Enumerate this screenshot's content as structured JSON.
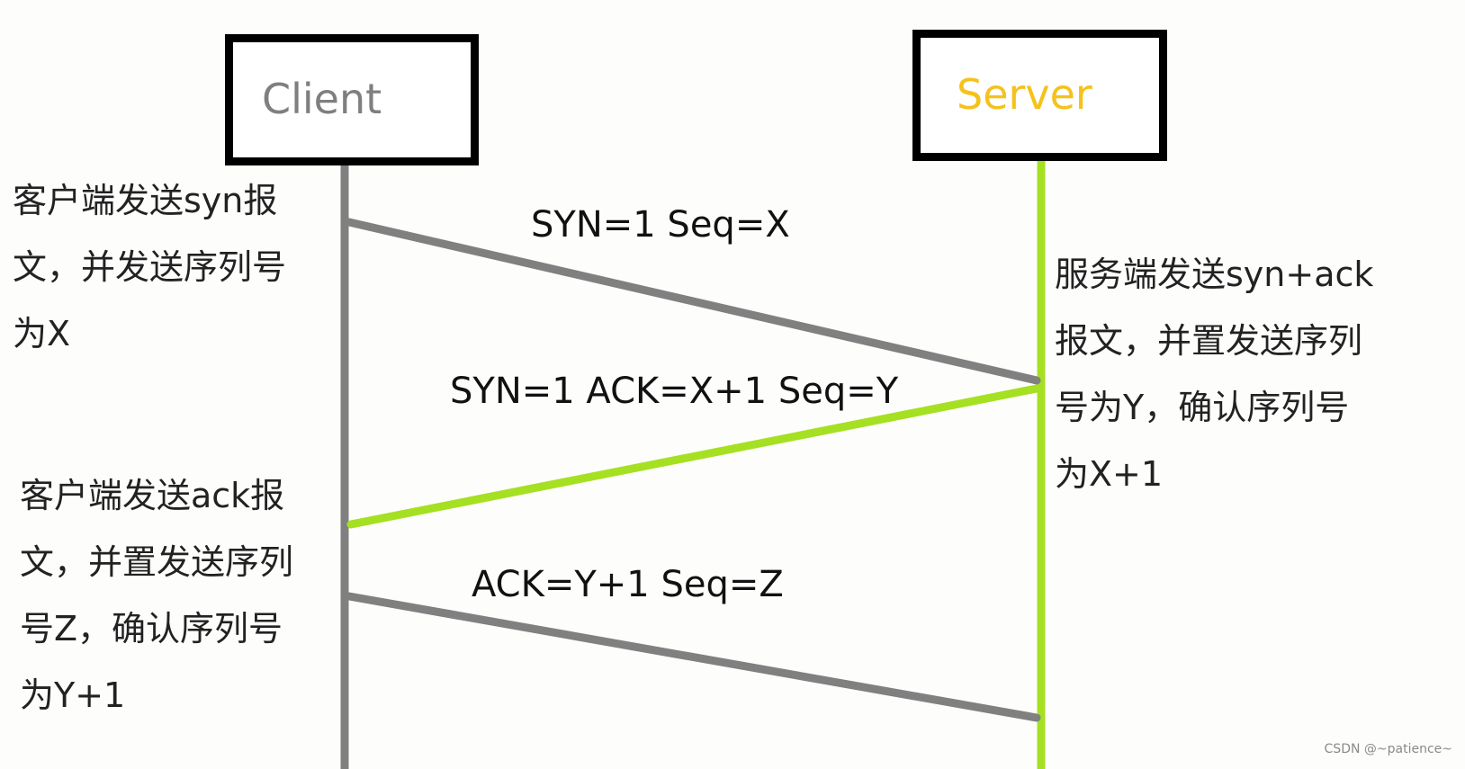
{
  "participants": {
    "client": "Client",
    "server": "Server"
  },
  "messages": [
    {
      "label": "SYN=1  Seq=X"
    },
    {
      "label": "SYN=1 ACK=X+1 Seq=Y"
    },
    {
      "label": "ACK=Y+1 Seq=Z"
    }
  ],
  "notes": {
    "client_1": [
      "客户端发送syn报",
      "文，并发送序列号",
      "为X"
    ],
    "server": [
      "服务端发送syn+ack",
      "报文，并置发送序列",
      "号为Y，确认序列号",
      "为X+1"
    ],
    "client_2": [
      "客户端发送ack报",
      "文，并置发送序列",
      "号Z，确认序列号",
      "为Y+1"
    ]
  },
  "colors": {
    "client_line": "#808080",
    "server_line": "#a6e022",
    "client_label": "#7f7f7f",
    "server_label": "#f5c21b"
  },
  "watermark": "CSDN @~patience~"
}
